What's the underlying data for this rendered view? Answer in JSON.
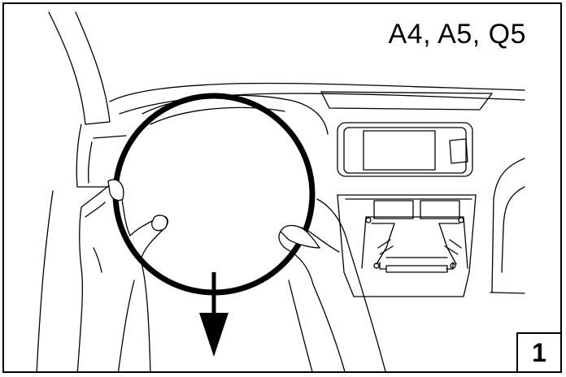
{
  "diagram": {
    "model_label": "A4, A5, Q5",
    "step_number": "1",
    "arrow_direction": "down",
    "line_color": "#000000",
    "background_color": "#ffffff"
  }
}
